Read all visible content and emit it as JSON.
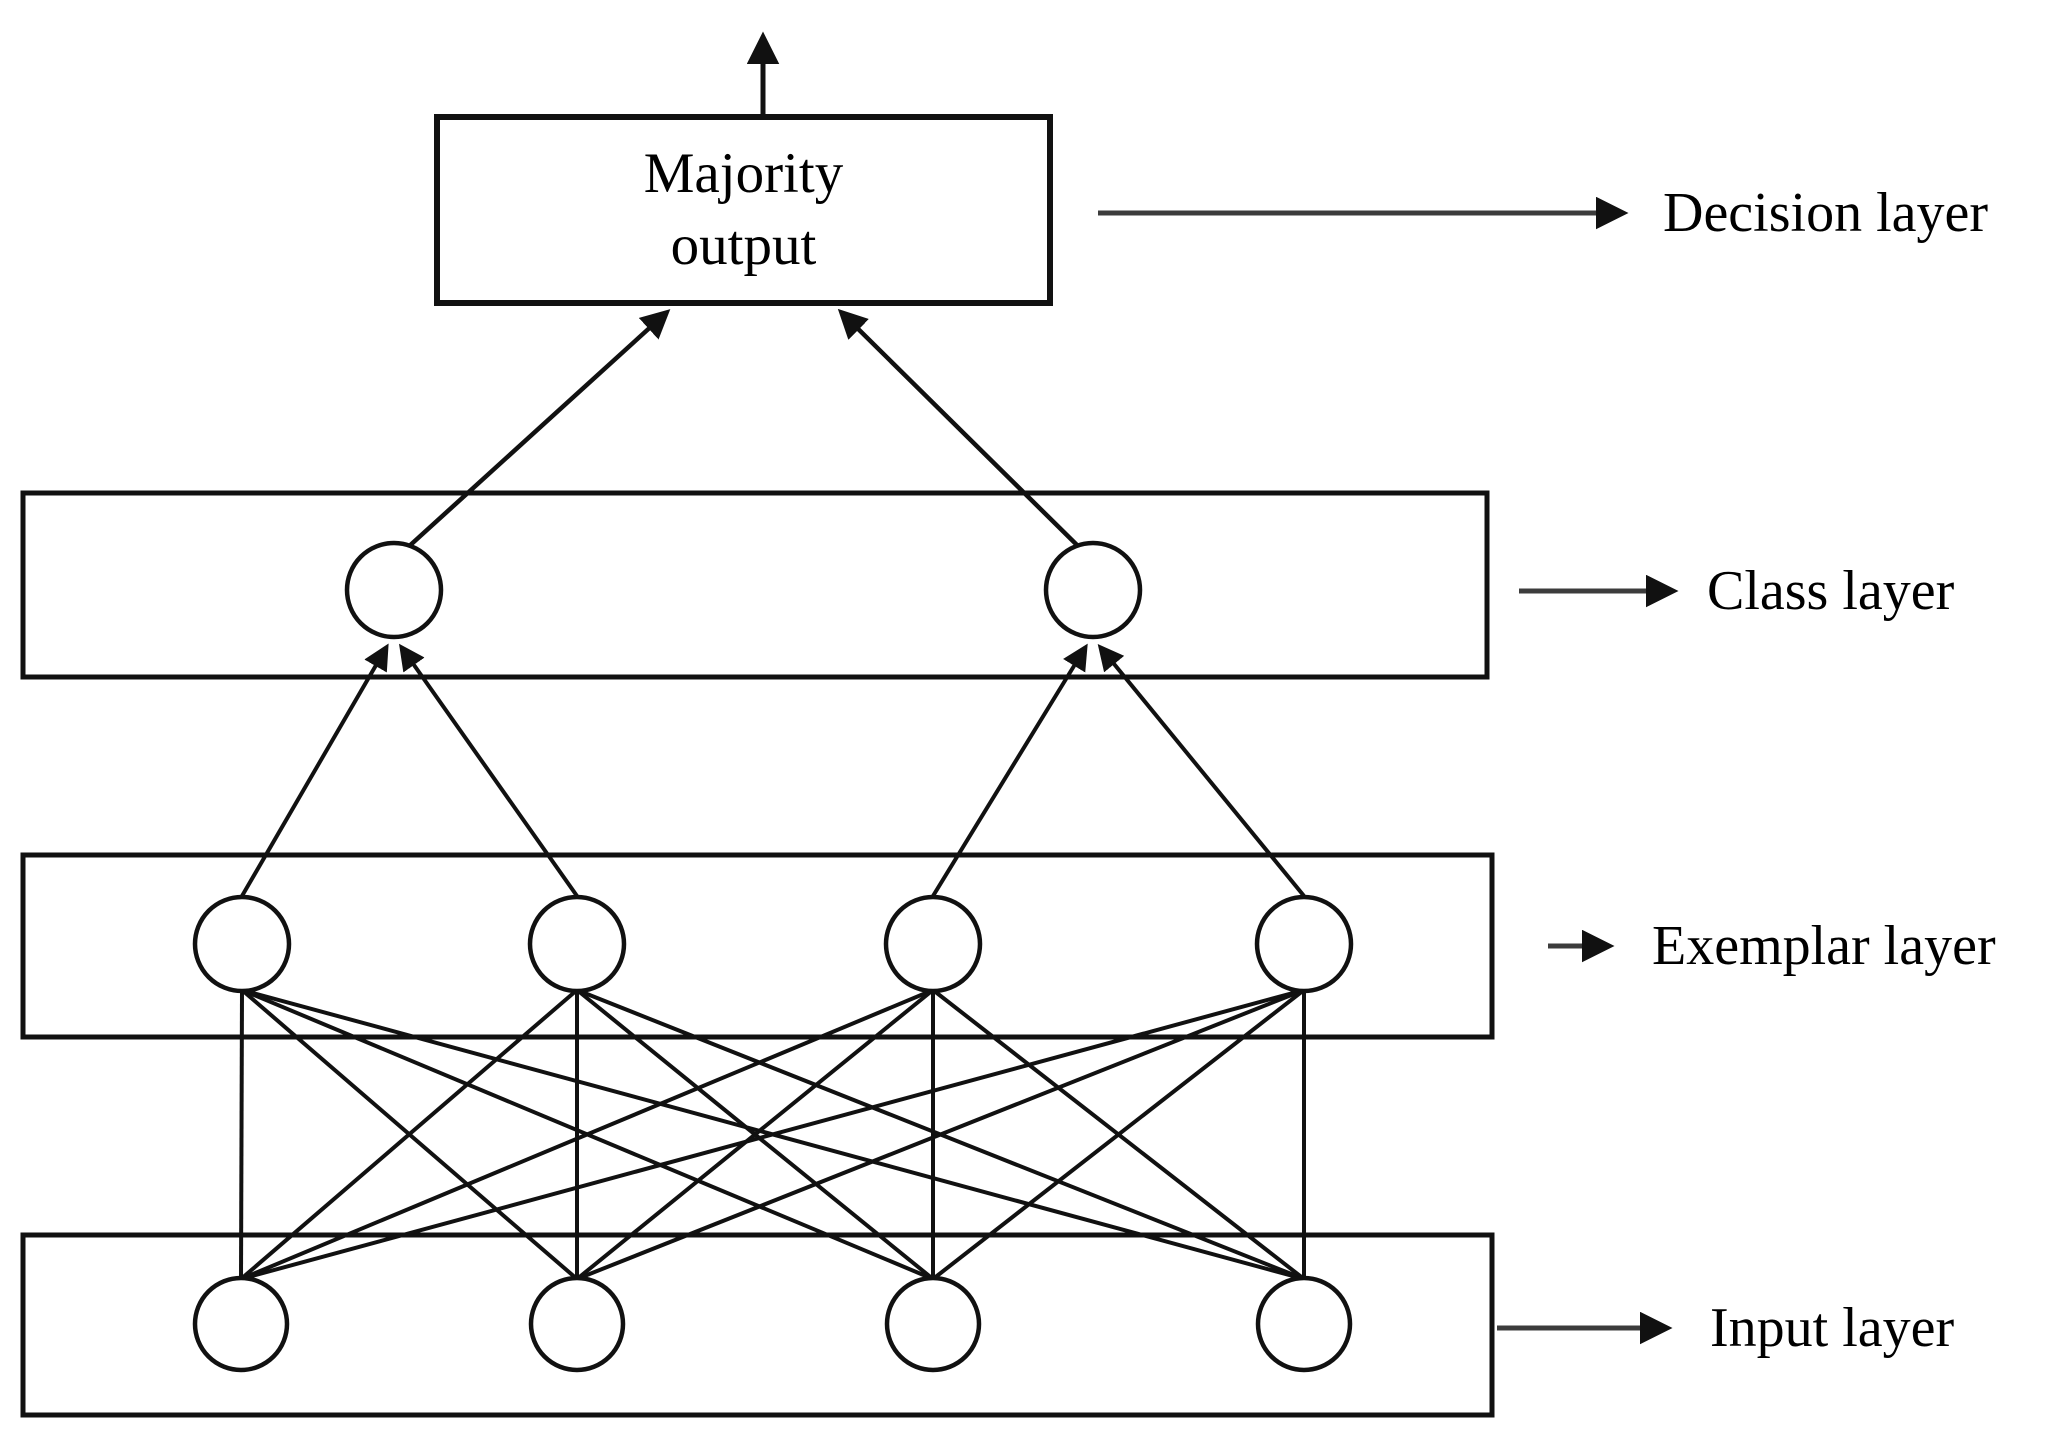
{
  "box": {
    "line1": "Majority",
    "line2": "output"
  },
  "layer_labels": {
    "decision": "Decision layer",
    "class": "Class layer",
    "exemplar": "Exemplar layer",
    "input": "Input layer"
  },
  "network": {
    "decision_box_label": "Majority output",
    "class_node_count": 2,
    "exemplar_node_count": 4,
    "input_node_count": 4,
    "connections": {
      "input_to_exemplar": "fully-connected plain lines (4x4)",
      "exemplar_to_class": "two exemplar nodes arrow into each class node",
      "class_to_decision": "both class nodes arrow into majority output box",
      "decision_output": "single arrow upward out of box"
    }
  },
  "colors": {
    "line": "#111111",
    "label_arrow": "#3c3c3c",
    "text": "#000000",
    "background": "#ffffff"
  }
}
